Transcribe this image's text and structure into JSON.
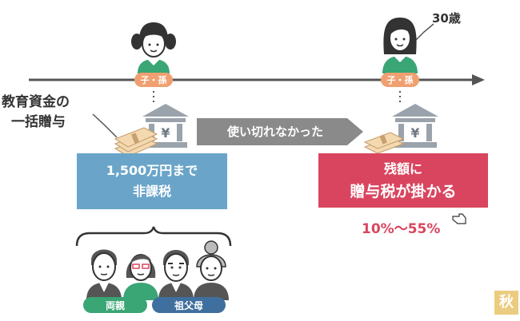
{
  "timeline": {
    "left_figure_badge": "子・孫",
    "right_figure_badge": "子・孫",
    "age_label": "30歳"
  },
  "gift_label": {
    "line1": "教育資金の",
    "line2": "一括贈与"
  },
  "arrow_label": "使い切れなかった",
  "left_box": {
    "line1": "1,500万円まで",
    "line2": "非課税"
  },
  "right_box": {
    "line1": "残額に",
    "line2": "贈与税が掛かる"
  },
  "tax_rate": "10%～55%",
  "family": {
    "parents_label": "両親",
    "grandparents_label": "祖父母"
  },
  "watermark_char": "秋",
  "colors": {
    "orange": "#f0a070",
    "blue": "#6aa5c9",
    "red": "#d9455f",
    "gray_arrow": "#8a8a8a",
    "green": "#3aa575",
    "dark_blue": "#3f6f9e",
    "line": "#555555"
  }
}
